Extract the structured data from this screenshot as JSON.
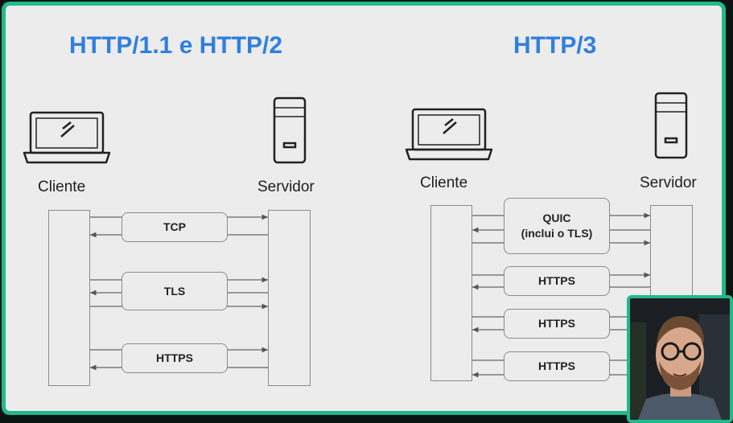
{
  "left": {
    "title": "HTTP/1.1 e HTTP/2",
    "client_label": "Cliente",
    "server_label": "Servidor",
    "steps": [
      "TCP",
      "TLS",
      "HTTPS"
    ]
  },
  "right": {
    "title": "HTTP/3",
    "client_label": "Cliente",
    "server_label": "Servidor",
    "quic_line1": "QUIC",
    "quic_line2": "(inclui o TLS)",
    "steps": [
      "HTTPS",
      "HTTPS",
      "HTTPS"
    ]
  },
  "icons": {
    "client": "laptop-icon",
    "server": "server-tower-icon",
    "presenter": "webcam-presenter"
  },
  "colors": {
    "title": "#2f7fe0",
    "frame_border": "#22b98a",
    "background": "#ececec"
  }
}
